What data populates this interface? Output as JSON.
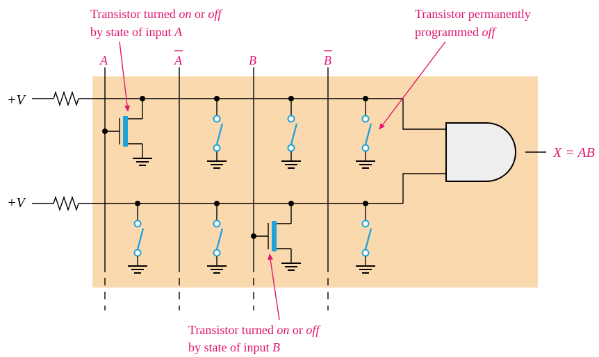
{
  "colors": {
    "panel": "#fbd9ae",
    "wire": "#000000",
    "transistor": "#1ea3dc",
    "annotation": "#e0156e",
    "gate_fill": "#eeeeee"
  },
  "inputs": {
    "a": "A",
    "a_bar": "A",
    "b": "B",
    "b_bar": "B"
  },
  "supply_label": "+V",
  "output_label": "X = AB",
  "callouts": {
    "top_left": {
      "line1": "Transistor turned ",
      "em1": "on",
      "mid": " or ",
      "em2": "off",
      "line2": "by state of input ",
      "var": "A"
    },
    "top_right": {
      "line1": "Transistor permanently",
      "line2": "programmed ",
      "em": "off"
    },
    "bottom": {
      "line1": "Transistor turned ",
      "em1": "on",
      "mid": " or ",
      "em2": "off",
      "line2": "by state of input ",
      "var": "B"
    }
  },
  "icons": {
    "resistor": "resistor-icon",
    "mosfet": "transistor-icon",
    "switch": "open-switch-icon",
    "ground": "ground-icon",
    "and_gate": "and-gate-icon"
  }
}
